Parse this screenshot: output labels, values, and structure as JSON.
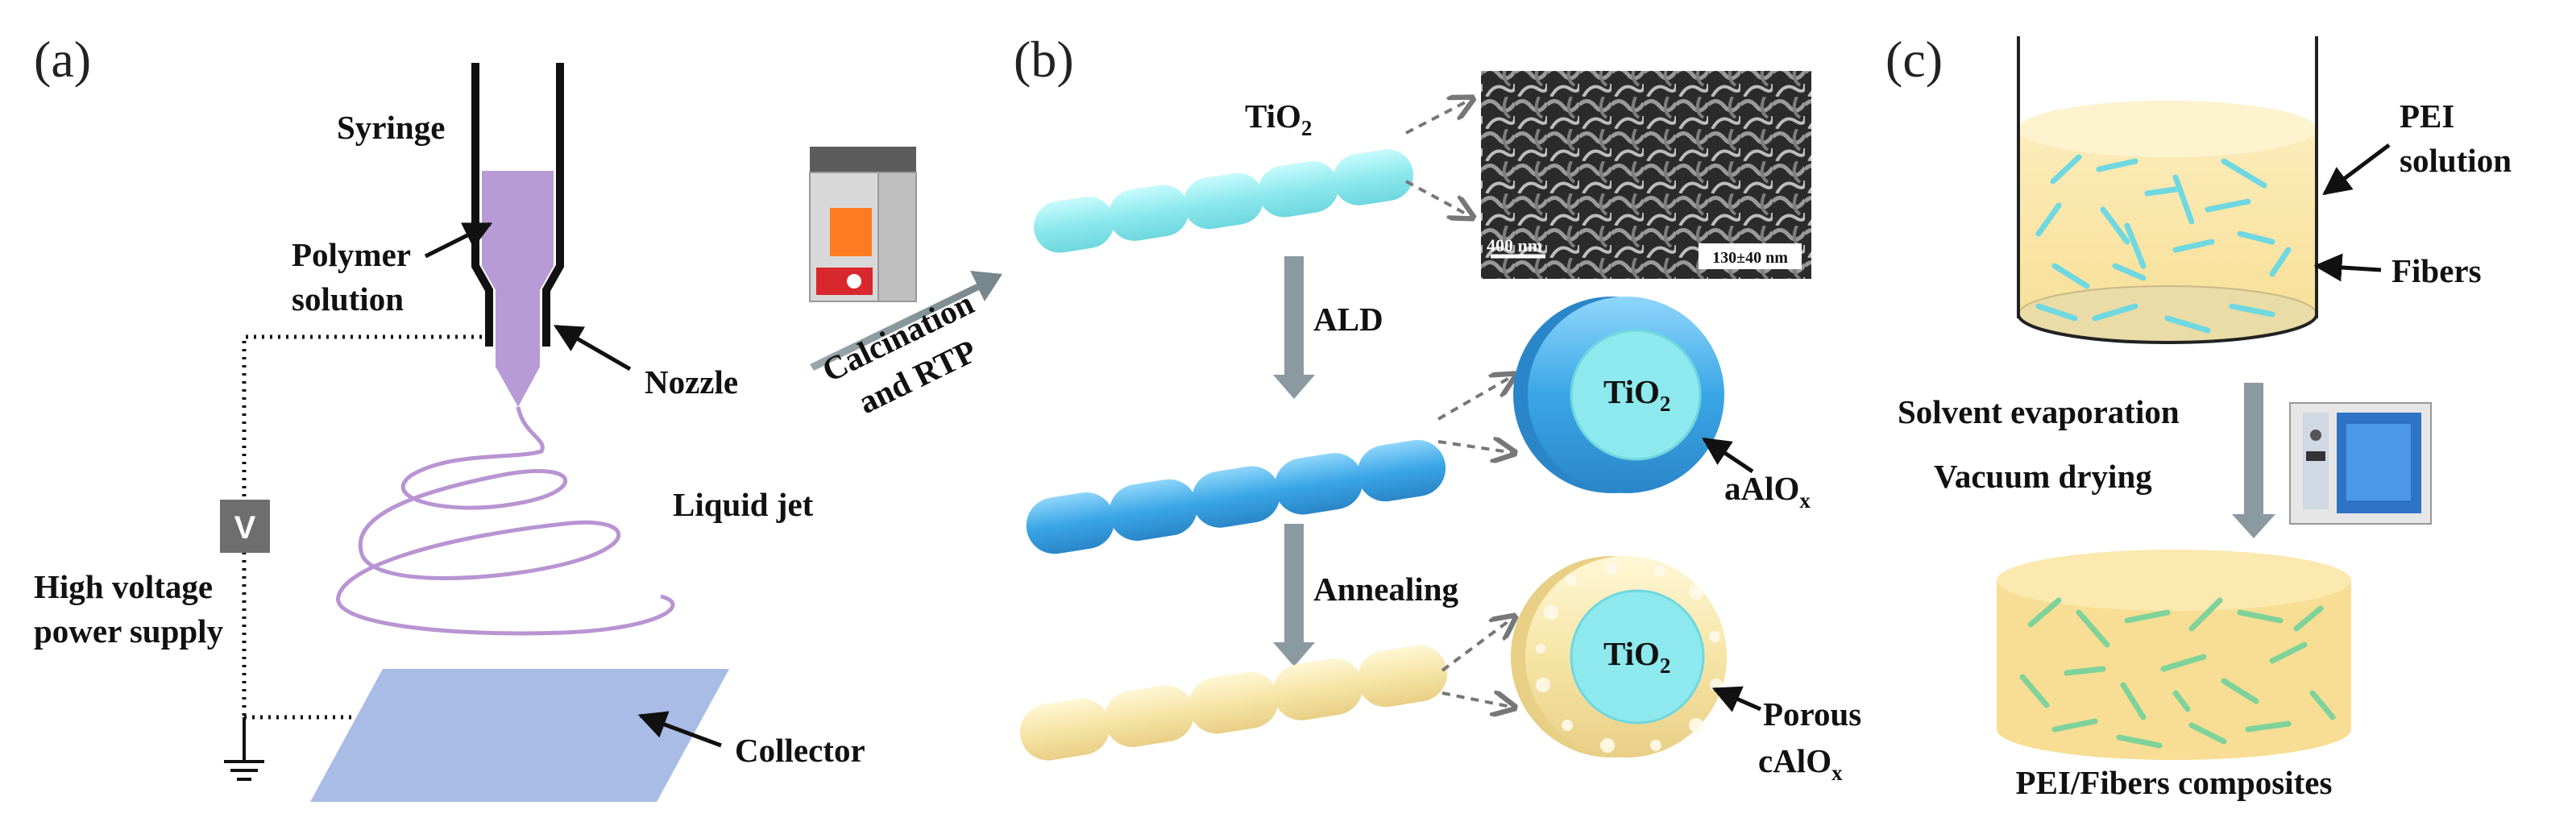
{
  "panels": {
    "a": {
      "label": "(a)",
      "syringe": "Syringe",
      "polymer_line1": "Polymer",
      "polymer_line2": "solution",
      "nozzle": "Nozzle",
      "liquid_jet": "Liquid jet",
      "voltage_symbol": "V",
      "hv_line1": "High voltage",
      "hv_line2": "power supply",
      "collector": "Collector"
    },
    "b": {
      "label": "(b)",
      "calcination_line1": "Calcination",
      "calcination_line2": "and RTP",
      "tio2_main": "TiO",
      "tio2_sub": "2",
      "sem_scale": "400 nm",
      "sem_diameter": "130±40 nm",
      "step_ald": "ALD",
      "step_annealing": "Annealing",
      "core_main": "TiO",
      "core_sub": "2",
      "shell1_main": "aAlO",
      "shell1_sub": "x",
      "shell2_line1": "Porous",
      "shell2_main": "cAlO",
      "shell2_sub": "x"
    },
    "c": {
      "label": "(c)",
      "pei_line1": "PEI",
      "pei_line2": "solution",
      "fibers": "Fibers",
      "step1": "Solvent evaporation",
      "step2": "Vacuum drying",
      "composite": "PEI/Fibers composites"
    }
  },
  "colors": {
    "polymer": "#b89ad6",
    "jet": "#b894d2",
    "collector": "#a9bce6",
    "tio2": "#8de9ee",
    "ald_shell": "#3aa6e6",
    "porous_shell": "#f6e5a6",
    "arrow_gray": "#8a9aa0",
    "solution": "#fbe7a8",
    "fiber_cyan": "#6fd8e0",
    "fiber_green": "#7ed29a"
  },
  "icons": [
    "furnace-icon",
    "vacuum-oven-icon",
    "ground-icon",
    "sem-image"
  ]
}
